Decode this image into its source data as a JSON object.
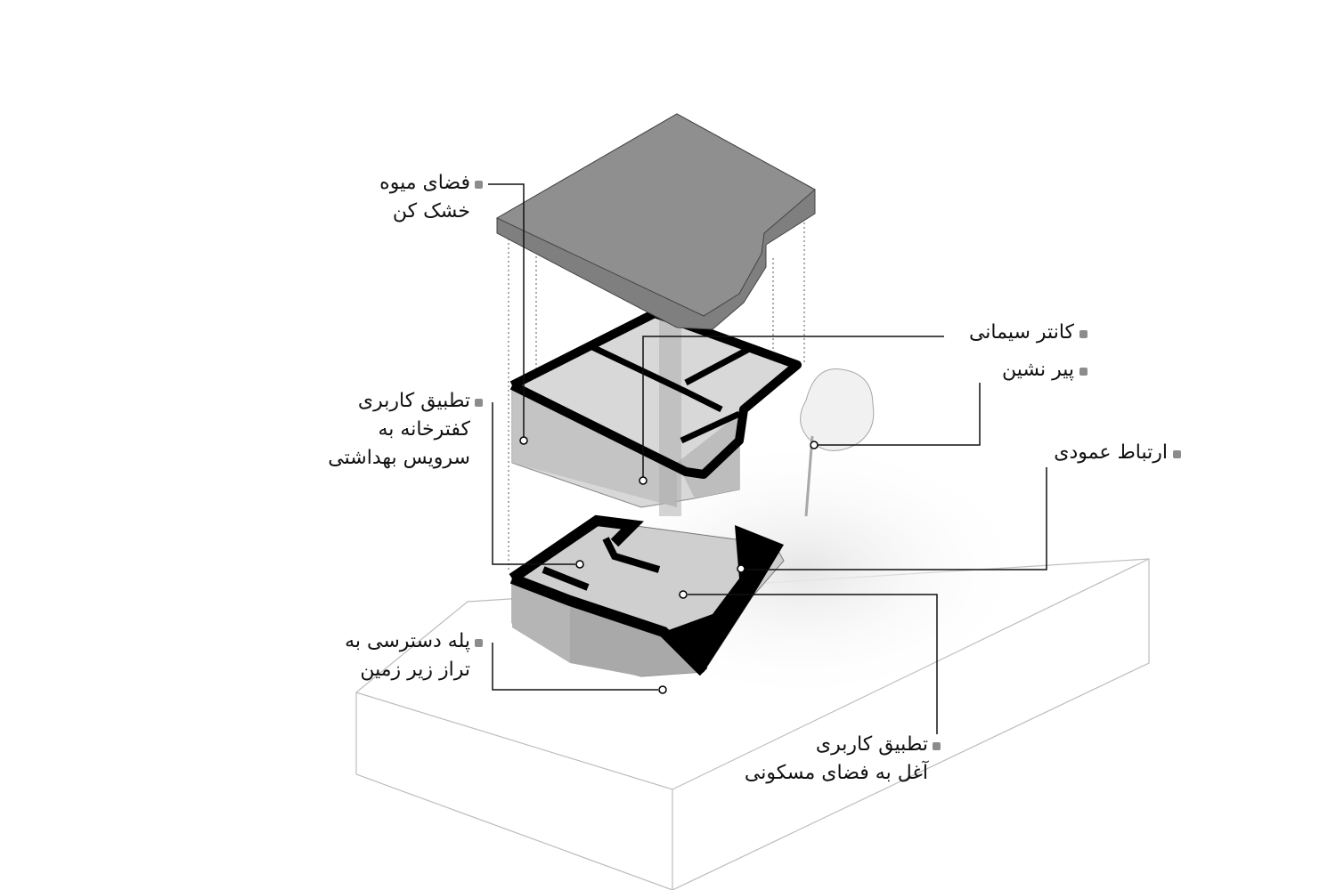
{
  "colors": {
    "accent_black": "#000000",
    "roof_gray": "#8f8f8f",
    "bullet_gray": "#8c8c8c",
    "leader_line": "#111111"
  },
  "labels": {
    "drying_space": {
      "lines": [
        "فضای میوه",
        "خشک کن"
      ]
    },
    "cement_counter": {
      "lines": [
        "کانتر سیمانی"
      ]
    },
    "pir_neshin": {
      "lines": [
        "پیر نشین"
      ]
    },
    "dovecote_conversion": {
      "lines": [
        "تطبیق کاربری",
        "کفترخانه به",
        "سرویس بهداشتی"
      ]
    },
    "vertical_connection": {
      "lines": [
        "ارتباط عمودی"
      ]
    },
    "basement_stair": {
      "lines": [
        "پله دسترسی به",
        "تراز زیر زمین"
      ]
    },
    "stable_conversion": {
      "lines": [
        "تطبیق کاربری",
        "آغل به فضای مسکونی"
      ]
    }
  }
}
